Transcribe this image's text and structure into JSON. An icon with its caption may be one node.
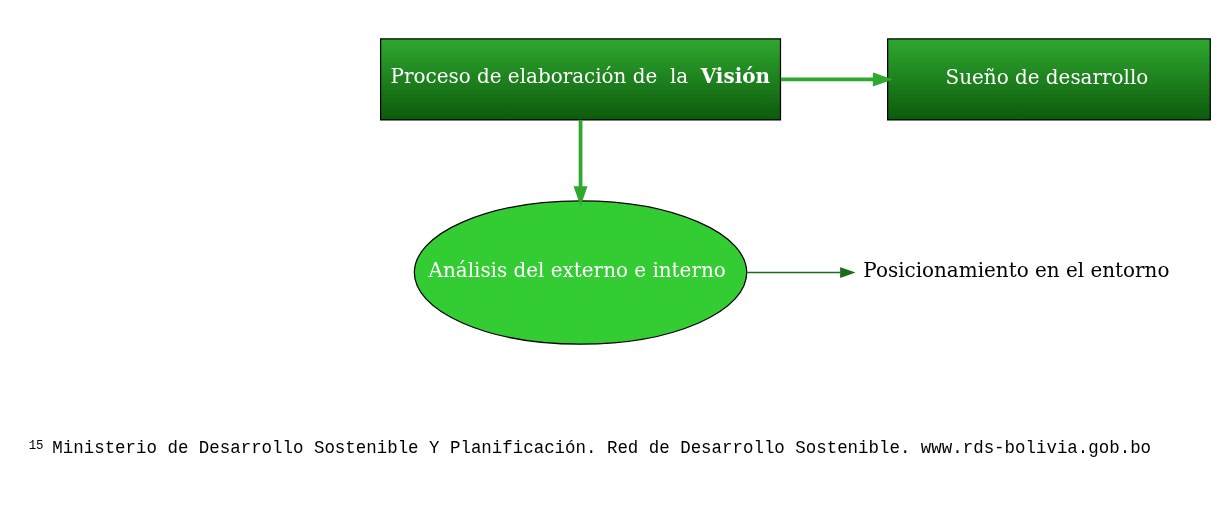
{
  "diagram": {
    "nodes": [
      {
        "text": [
          "Proceso de elaboración de  la **Visión**"
        ]
      },
      {
        "text": [
          "Sueño de desarrollo"
        ]
      },
      {
        "text": [
          "Análisis del externo e interno"
        ]
      },
      {
        "text": [
          "Posicionamiento en el entorno"
        ]
      }
    ],
    "edges": [
      {
        "from": 0,
        "to": 1,
        "arrow": "to"
      },
      {
        "from": 0,
        "to": 2,
        "arrow": "to"
      },
      {
        "from": 2,
        "to": 3,
        "arrow": "to",
        "color": "#1a6e1a"
      }
    ],
    "labels": [
      "15",
      "Ministerio de Desarrollo Sostenible Y Planificación. Red de Desarrollo Sostenible. www.rds-bolivia.gob.bo"
    ]
  }
}
